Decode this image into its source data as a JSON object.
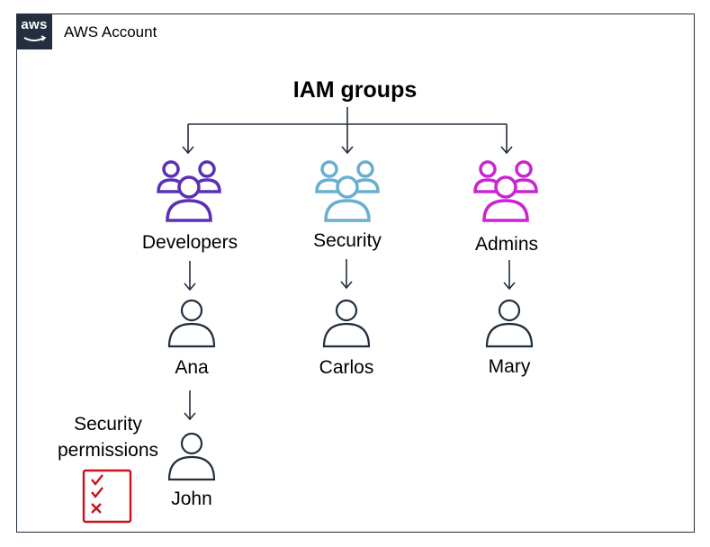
{
  "account": {
    "logo": "aws",
    "label": "AWS Account"
  },
  "title": "IAM groups",
  "groups": [
    {
      "name": "Developers",
      "color": "#5a30b5",
      "icon": "group-icon"
    },
    {
      "name": "Security",
      "color": "#6aaed0",
      "icon": "group-icon"
    },
    {
      "name": "Admins",
      "color": "#c925d1",
      "icon": "group-icon"
    }
  ],
  "users": [
    {
      "name": "Ana",
      "group": "Developers",
      "icon": "user-icon"
    },
    {
      "name": "Carlos",
      "group": "Security",
      "icon": "user-icon"
    },
    {
      "name": "Mary",
      "group": "Admins",
      "icon": "user-icon"
    },
    {
      "name": "John",
      "group": "Developers",
      "icon": "user-icon"
    }
  ],
  "permissions": {
    "label_line1": "Security",
    "label_line2": "permissions",
    "icon": "checklist-icon",
    "color": "#c7131f"
  },
  "line_color": "#232f3e"
}
